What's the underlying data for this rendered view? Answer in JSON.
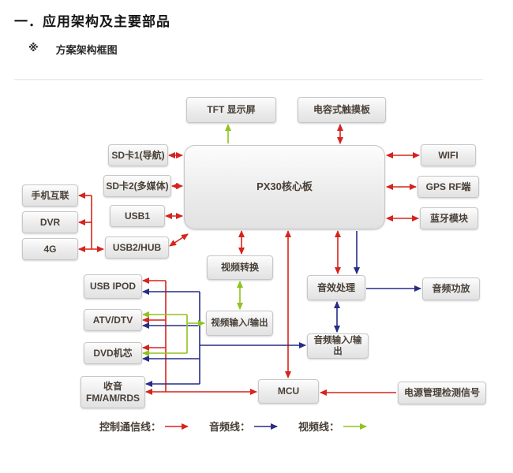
{
  "page": {
    "title": "一．应用架构及主要部品",
    "marker": "※",
    "subtitle": "方案架构框图"
  },
  "diagram": {
    "nodes": {
      "tft_display": "TFT 显示屏",
      "touch_panel": "电容式触摸板",
      "px30_core": "PX30核心板",
      "sd1": "SD卡1(导航)",
      "sd2": "SD卡2(多媒体)",
      "usb1": "USB1",
      "usb2_hub": "USB2/HUB",
      "phone_link": "手机互联",
      "dvr": "DVR",
      "g4": "4G",
      "wifi": "WIFI",
      "gps_rf": "GPS RF端",
      "bluetooth": "蓝牙模块",
      "video_convert": "视频转换",
      "usb_ipod": "USB IPOD",
      "video_io": "视频输入/输出",
      "audio_fx": "音效处理",
      "audio_amp": "音频功放",
      "atv_dtv": "ATV/DTV",
      "audio_io": "音频输入/输出",
      "dvd": "DVD机芯",
      "radio_line1": "收音",
      "radio_line2": "FM/AM/RDS",
      "mcu": "MCU",
      "power_mgmt": "电源管理检测信号"
    },
    "legend": {
      "control": {
        "label": "控制通信线：",
        "color": "#d7231d"
      },
      "audio": {
        "label": "音频线：",
        "color": "#262c87"
      },
      "video": {
        "label": "视频线：",
        "color": "#8fc31f"
      }
    }
  }
}
